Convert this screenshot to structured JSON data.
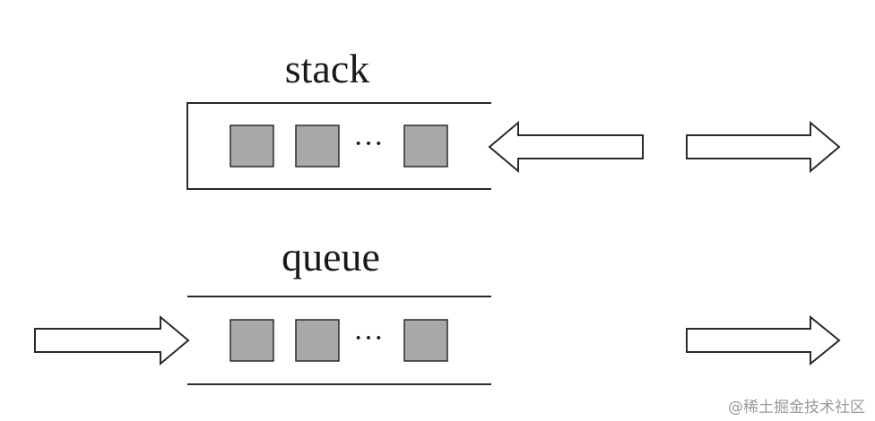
{
  "stack": {
    "title": "stack",
    "ellipsis": "···",
    "item_color": "#a9a9a9"
  },
  "queue": {
    "title": "queue",
    "ellipsis": "···",
    "item_color": "#a9a9a9"
  },
  "watermark": "@稀土掘金技术社区"
}
